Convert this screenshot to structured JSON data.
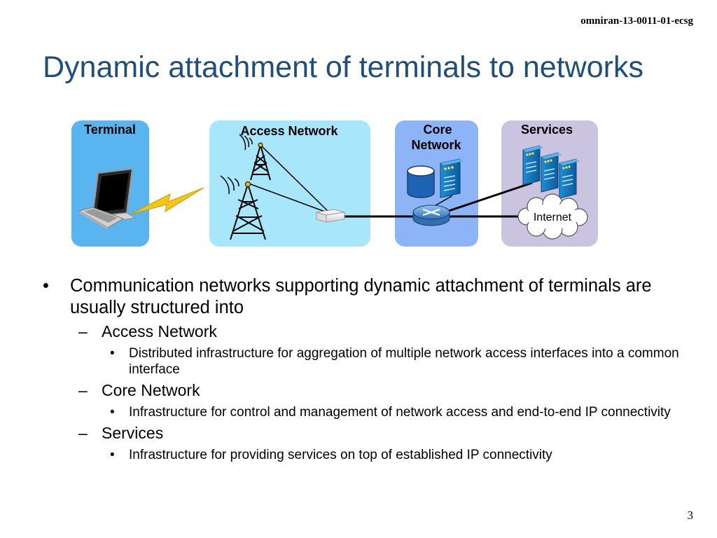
{
  "header": {
    "doc_id": "omniran-13-0011-01-ecsg",
    "title": "Dynamic attachment of terminals to networks"
  },
  "diagram": {
    "domains": [
      {
        "id": "terminal",
        "label": "Terminal",
        "color": "#5ab4f0"
      },
      {
        "id": "access_network",
        "label": "Access Network",
        "color": "#a8e6fb"
      },
      {
        "id": "core_network",
        "label_line1": "Core",
        "label_line2": "Network",
        "color": "#8db4f6"
      },
      {
        "id": "services",
        "label": "Services",
        "color": "#cbc4e0"
      }
    ],
    "internet_label": "Internet",
    "icons": [
      "laptop-icon",
      "lightning-icon",
      "radio-tower-icon",
      "radio-tower-icon",
      "access-gateway-icon",
      "database-icon",
      "server-icon",
      "router-icon",
      "server-icon",
      "server-icon",
      "server-icon",
      "internet-cloud-icon"
    ]
  },
  "bullets": {
    "main": "Communication networks supporting dynamic attachment of terminals are usually structured into",
    "dash_mark": "–",
    "dot_mark": "•",
    "items": [
      {
        "heading": "Access Network",
        "detail": "Distributed infrastructure for aggregation of multiple network access interfaces into a common interface"
      },
      {
        "heading": "Core Network",
        "detail": "Infrastructure for control and management of network access and end-to-end IP connectivity"
      },
      {
        "heading": "Services",
        "detail": "Infrastructure for providing services on top of established IP connectivity"
      }
    ]
  },
  "footer": {
    "page_number": "3"
  }
}
